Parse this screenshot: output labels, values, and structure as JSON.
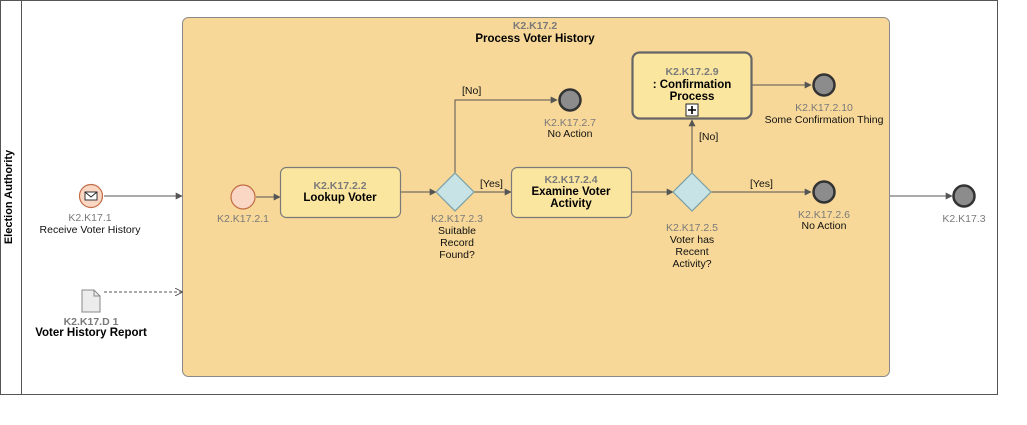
{
  "pool": {
    "label": "Election Authority"
  },
  "subprocess": {
    "id": "K2.K17.2",
    "name": "Process Voter History"
  },
  "start_message": {
    "id": "K2.K17.1",
    "name": "Receive Voter History"
  },
  "data_object": {
    "id": "K2.K17.D 1",
    "name": "Voter History Report"
  },
  "inner_start": {
    "id": "K2.K17.2.1"
  },
  "task_lookup": {
    "id": "K2.K17.2.2",
    "name": "Lookup Voter"
  },
  "gateway_found": {
    "id": "K2.K17.2.3",
    "name_lines": [
      "Suitable",
      "Record",
      "Found?"
    ]
  },
  "task_examine": {
    "id": "K2.K17.2.4",
    "name_lines": [
      "Examine Voter",
      "Activity"
    ]
  },
  "gateway_recent": {
    "id": "K2.K17.2.5",
    "name_lines": [
      "Voter has",
      "Recent",
      "Activity?"
    ]
  },
  "end_no_action_1": {
    "id": "K2.K17.2.7",
    "name": "No Action"
  },
  "end_no_action_2": {
    "id": "K2.K17.2.6",
    "name": "No Action"
  },
  "call_confirmation": {
    "id": "K2.K17.2.9",
    "name_lines": [
      ": Confirmation",
      "Process"
    ]
  },
  "end_confirmation": {
    "id": "K2.K17.2.10",
    "name": "Some Confirmation Thing"
  },
  "end_outer": {
    "id": "K2.K17.3"
  },
  "flow_labels": {
    "no_1": "[No]",
    "yes_1": "[Yes]",
    "no_2": "[No]",
    "yes_2": "[Yes]"
  },
  "colors": {
    "subprocess_fill": "#f7d898",
    "task_fill": "#fbe6a0",
    "gateway_fill": "#c7e3e6",
    "start_fill": "#f9d7c4",
    "end_fill": "#8c8c8c"
  }
}
